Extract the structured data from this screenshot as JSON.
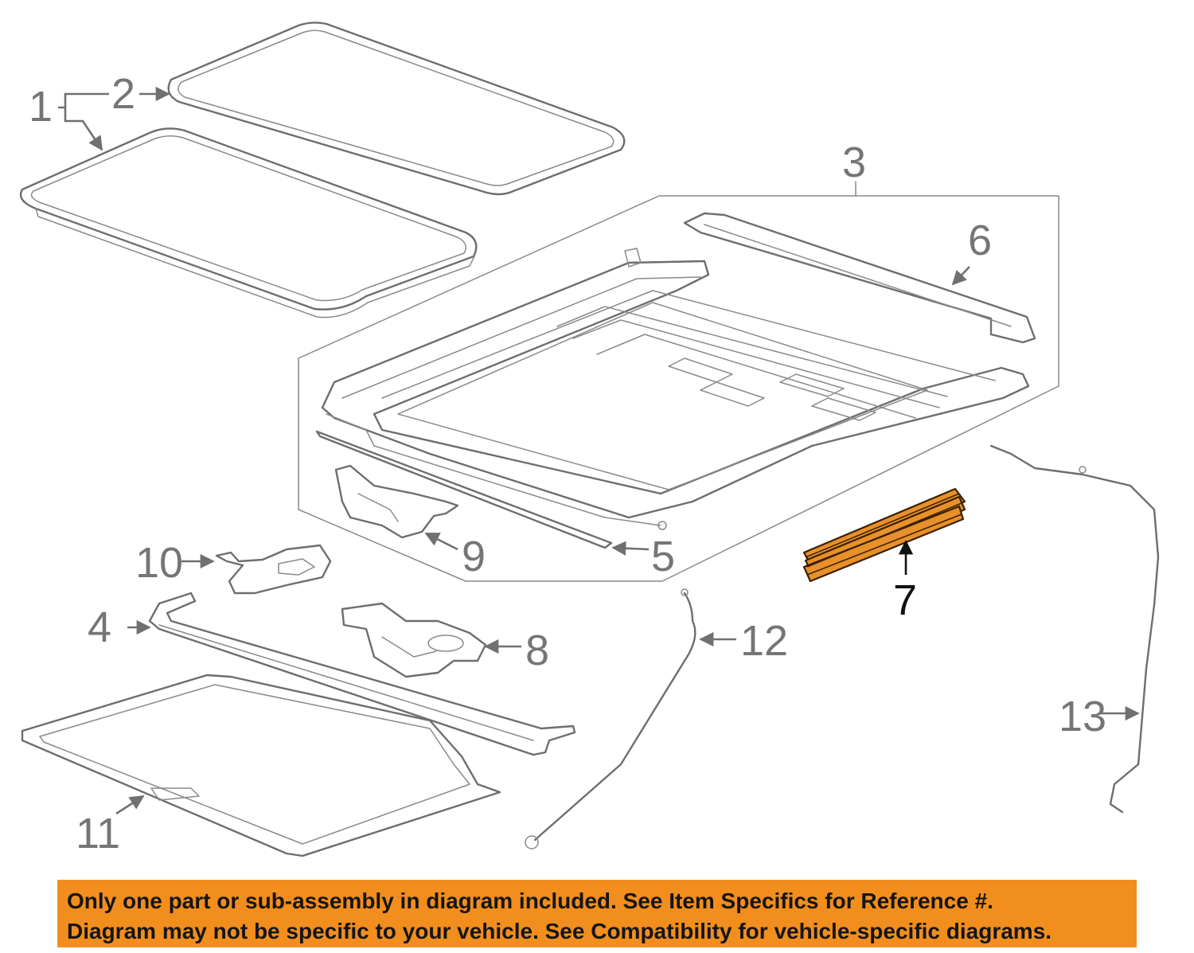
{
  "diagram": {
    "callouts": [
      "1",
      "2",
      "3",
      "4",
      "5",
      "6",
      "7",
      "8",
      "9",
      "10",
      "11",
      "12",
      "13"
    ],
    "highlighted_part": "7",
    "colors": {
      "highlight_fill": "#e8902a",
      "banner_bg": "#f28e1d",
      "line": "#6e6e6e"
    }
  },
  "disclaimer": {
    "line1": "Only one part or sub-assembly in diagram included. See Item Specifics for Reference #.",
    "line2": "Diagram may not be specific to your vehicle. See Compatibility for vehicle-specific diagrams."
  }
}
